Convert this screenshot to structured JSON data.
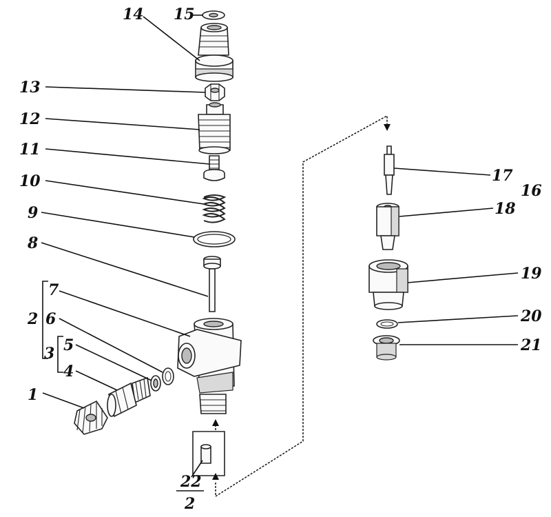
{
  "labels": {
    "l1": "1",
    "l2": "2",
    "l3": "3",
    "l4": "4",
    "l5": "5",
    "l6": "6",
    "l7": "7",
    "l8": "8",
    "l9": "9",
    "l10": "10",
    "l11": "11",
    "l12": "12",
    "l13": "13",
    "l14": "14",
    "l15": "15",
    "l16": "16",
    "l17": "17",
    "l18": "18",
    "l19": "19",
    "l20": "20",
    "l21": "21",
    "l22_num": "22",
    "l22_den": "2"
  },
  "icons": {
    "flow_arrow": "arrow-up-icon"
  }
}
